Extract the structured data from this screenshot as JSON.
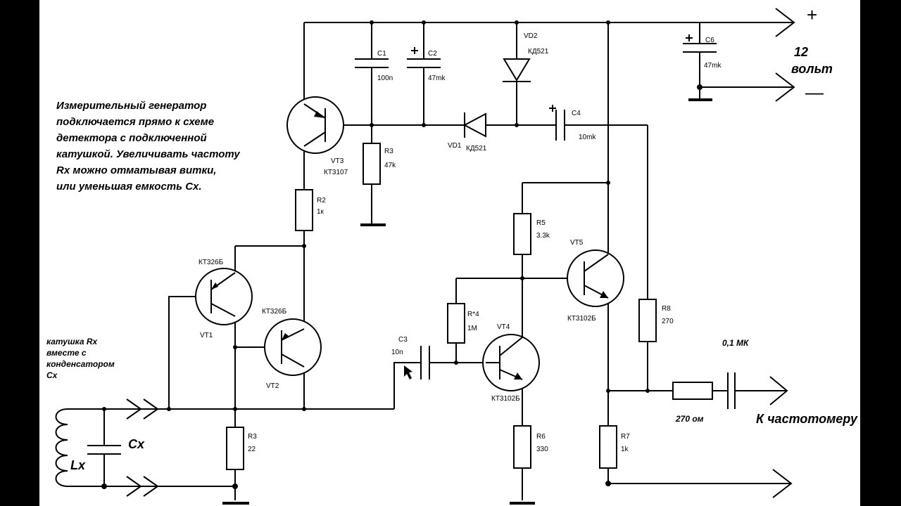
{
  "note": {
    "lines": [
      "Измерительный генератор",
      "подключается прямо к схеме",
      "детектора с подключенной",
      "катушкой. Увеличивать частоту",
      "Rx  можно отматывая витки,",
      "или уменьшая емкость Cx."
    ]
  },
  "coil_note": {
    "lines": [
      "катушка Rx",
      "вместе с",
      "конденсатором",
      "Cx"
    ]
  },
  "components": {
    "C1": {
      "ref": "C1",
      "value": "100n"
    },
    "C2": {
      "ref": "C2",
      "value": "47mk"
    },
    "C3": {
      "ref": "C3",
      "value": "10n"
    },
    "C4": {
      "ref": "C4",
      "value": "10mk"
    },
    "C6": {
      "ref": "C6",
      "value": "47mk"
    },
    "VD1": {
      "ref": "VD1",
      "value": "КД521"
    },
    "VD2": {
      "ref": "VD2",
      "value": "КД521"
    },
    "R2": {
      "ref": "R2",
      "value": "1к"
    },
    "R3a": {
      "ref": "R3",
      "value": "47k"
    },
    "R3b": {
      "ref": "R3",
      "value": "22"
    },
    "R4": {
      "ref": "R*4",
      "value": "1M"
    },
    "R5": {
      "ref": "R5",
      "value": "3.3k"
    },
    "R6": {
      "ref": "R6",
      "value": "330"
    },
    "R7": {
      "ref": "R7",
      "value": "1k"
    },
    "R8": {
      "ref": "R8",
      "value": "270"
    },
    "VT1": {
      "ref": "VT1",
      "type": "КТ326Б"
    },
    "VT2": {
      "ref": "VT2",
      "type": "КТ326Б"
    },
    "VT3": {
      "ref": "VT3",
      "type": "КТ3107"
    },
    "VT4": {
      "ref": "VT4",
      "type": "КТ3102Б"
    },
    "VT5": {
      "ref": "VT5",
      "type": "КТ3102Б"
    }
  },
  "output": {
    "resistor_label": "270 ом",
    "cap_label": "0,1 МК",
    "target_label": "К  частотомеру"
  },
  "power": {
    "plus": "+",
    "minus": "—",
    "voltage_num": "12",
    "voltage_unit": "вольт"
  },
  "tank": {
    "cap_label": "Cx",
    "coil_label": "Lx"
  }
}
